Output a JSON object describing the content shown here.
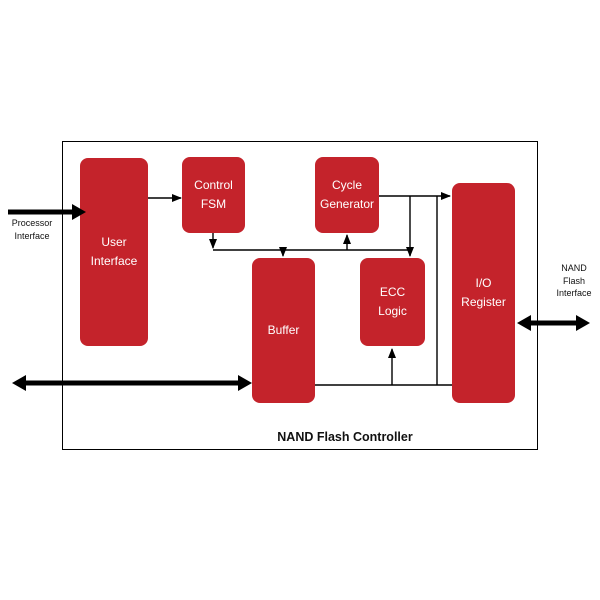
{
  "title": "NAND Flash Controller",
  "colors": {
    "block": "#C4232B",
    "block_text": "#FFFFFF",
    "line": "#000000"
  },
  "blocks": {
    "user_interface": {
      "lines": [
        "User",
        "Interface"
      ]
    },
    "control_fsm": {
      "lines": [
        "Control",
        "FSM"
      ]
    },
    "cycle_generator": {
      "lines": [
        "Cycle",
        "Generator"
      ]
    },
    "buffer": {
      "lines": [
        "Buffer"
      ]
    },
    "ecc_logic": {
      "lines": [
        "ECC",
        "Logic"
      ]
    },
    "io_register": {
      "lines": [
        "I/O",
        "Register"
      ]
    }
  },
  "external_labels": {
    "processor_interface": {
      "lines": [
        "Processor",
        "Interface"
      ]
    },
    "nand_flash_interface": {
      "lines": [
        "NAND",
        "Flash",
        "Interface"
      ]
    }
  }
}
